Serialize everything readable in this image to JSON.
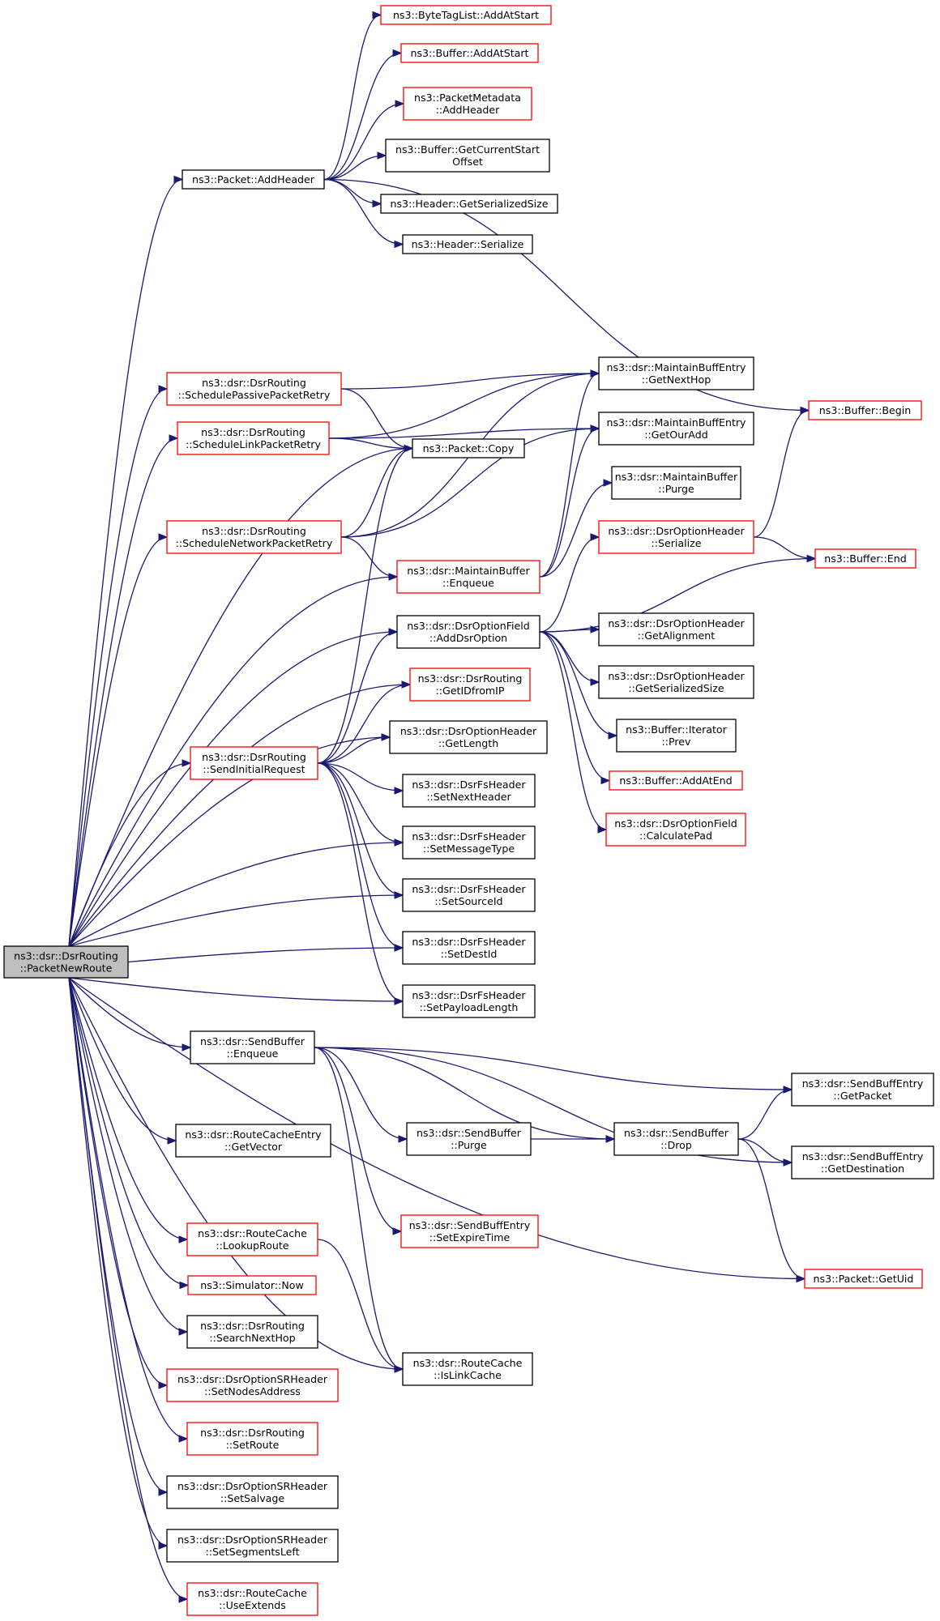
{
  "colors": {
    "edge": "#191970",
    "box_border_black": "#000000",
    "box_border_red": "#ff0000",
    "box_fill": "#ffffff",
    "root_fill": "#bfbfbf"
  },
  "nodes": [
    {
      "id": "root",
      "lines": [
        "ns3::dsr::DsrRouting",
        "::PacketNewRoute"
      ],
      "style": "root"
    },
    {
      "id": "packet_addheader",
      "lines": [
        "ns3::Packet::AddHeader"
      ],
      "style": "black"
    },
    {
      "id": "bytetag_addatstart",
      "lines": [
        "ns3::ByteTagList::AddAtStart"
      ],
      "style": "red"
    },
    {
      "id": "buffer_addatstart",
      "lines": [
        "ns3::Buffer::AddAtStart"
      ],
      "style": "red"
    },
    {
      "id": "packetmeta_addheader",
      "lines": [
        "ns3::PacketMetadata",
        "::AddHeader"
      ],
      "style": "red"
    },
    {
      "id": "buffer_getcurrentstart",
      "lines": [
        "ns3::Buffer::GetCurrentStart",
        "Offset"
      ],
      "style": "black"
    },
    {
      "id": "header_getserializedsize",
      "lines": [
        "ns3::Header::GetSerializedSize"
      ],
      "style": "black"
    },
    {
      "id": "header_serialize",
      "lines": [
        "ns3::Header::Serialize"
      ],
      "style": "black"
    },
    {
      "id": "schedule_passive",
      "lines": [
        "ns3::dsr::DsrRouting",
        "::SchedulePassivePacketRetry"
      ],
      "style": "red"
    },
    {
      "id": "schedule_link",
      "lines": [
        "ns3::dsr::DsrRouting",
        "::ScheduleLinkPacketRetry"
      ],
      "style": "red"
    },
    {
      "id": "schedule_network",
      "lines": [
        "ns3::dsr::DsrRouting",
        "::ScheduleNetworkPacketRetry"
      ],
      "style": "red"
    },
    {
      "id": "packet_copy",
      "lines": [
        "ns3::Packet::Copy"
      ],
      "style": "black"
    },
    {
      "id": "mbe_getnexthop",
      "lines": [
        "ns3::dsr::MaintainBuffEntry",
        "::GetNextHop"
      ],
      "style": "black"
    },
    {
      "id": "mbe_getouradd",
      "lines": [
        "ns3::dsr::MaintainBuffEntry",
        "::GetOurAdd"
      ],
      "style": "black"
    },
    {
      "id": "mb_purge",
      "lines": [
        "ns3::dsr::MaintainBuffer",
        "::Purge"
      ],
      "style": "black"
    },
    {
      "id": "mb_enqueue",
      "lines": [
        "ns3::dsr::MaintainBuffer",
        "::Enqueue"
      ],
      "style": "red"
    },
    {
      "id": "buffer_begin",
      "lines": [
        "ns3::Buffer::Begin"
      ],
      "style": "red"
    },
    {
      "id": "doh_serialize",
      "lines": [
        "ns3::dsr::DsrOptionHeader",
        "::Serialize"
      ],
      "style": "red"
    },
    {
      "id": "buffer_end",
      "lines": [
        "ns3::Buffer::End"
      ],
      "style": "red"
    },
    {
      "id": "dof_adddsroption",
      "lines": [
        "ns3::dsr::DsrOptionField",
        "::AddDsrOption"
      ],
      "style": "black"
    },
    {
      "id": "doh_getalignment",
      "lines": [
        "ns3::dsr::DsrOptionHeader",
        "::GetAlignment"
      ],
      "style": "black"
    },
    {
      "id": "doh_getserializedsize",
      "lines": [
        "ns3::dsr::DsrOptionHeader",
        "::GetSerializedSize"
      ],
      "style": "black"
    },
    {
      "id": "bufiter_prev",
      "lines": [
        "ns3::Buffer::Iterator",
        "::Prev"
      ],
      "style": "black"
    },
    {
      "id": "buffer_addatend",
      "lines": [
        "ns3::Buffer::AddAtEnd"
      ],
      "style": "red"
    },
    {
      "id": "dof_calculatepad",
      "lines": [
        "ns3::dsr::DsrOptionField",
        "::CalculatePad"
      ],
      "style": "red"
    },
    {
      "id": "dsr_getidfromip",
      "lines": [
        "ns3::dsr::DsrRouting",
        "::GetIDfromIP"
      ],
      "style": "red"
    },
    {
      "id": "doh_getlength",
      "lines": [
        "ns3::dsr::DsrOptionHeader",
        "::GetLength"
      ],
      "style": "black"
    },
    {
      "id": "send_initial",
      "lines": [
        "ns3::dsr::DsrRouting",
        "::SendInitialRequest"
      ],
      "style": "red"
    },
    {
      "id": "fs_setnextheader",
      "lines": [
        "ns3::dsr::DsrFsHeader",
        "::SetNextHeader"
      ],
      "style": "black"
    },
    {
      "id": "fs_setmessagetype",
      "lines": [
        "ns3::dsr::DsrFsHeader",
        "::SetMessageType"
      ],
      "style": "black"
    },
    {
      "id": "fs_setsourceid",
      "lines": [
        "ns3::dsr::DsrFsHeader",
        "::SetSourceId"
      ],
      "style": "black"
    },
    {
      "id": "fs_setdestid",
      "lines": [
        "ns3::dsr::DsrFsHeader",
        "::SetDestId"
      ],
      "style": "black"
    },
    {
      "id": "fs_setpayloadlength",
      "lines": [
        "ns3::dsr::DsrFsHeader",
        "::SetPayloadLength"
      ],
      "style": "black"
    },
    {
      "id": "sb_enqueue",
      "lines": [
        "ns3::dsr::SendBuffer",
        "::Enqueue"
      ],
      "style": "black"
    },
    {
      "id": "rce_getvector",
      "lines": [
        "ns3::dsr::RouteCacheEntry",
        "::GetVector"
      ],
      "style": "black"
    },
    {
      "id": "sb_purge",
      "lines": [
        "ns3::dsr::SendBuffer",
        "::Purge"
      ],
      "style": "black"
    },
    {
      "id": "sb_drop",
      "lines": [
        "ns3::dsr::SendBuffer",
        "::Drop"
      ],
      "style": "black"
    },
    {
      "id": "sbe_getpacket",
      "lines": [
        "ns3::dsr::SendBuffEntry",
        "::GetPacket"
      ],
      "style": "black"
    },
    {
      "id": "sbe_getdestination",
      "lines": [
        "ns3::dsr::SendBuffEntry",
        "::GetDestination"
      ],
      "style": "black"
    },
    {
      "id": "sbe_setexpiretime",
      "lines": [
        "ns3::dsr::SendBuffEntry",
        "::SetExpireTime"
      ],
      "style": "red"
    },
    {
      "id": "rc_lookuproute",
      "lines": [
        "ns3::dsr::RouteCache",
        "::LookupRoute"
      ],
      "style": "red"
    },
    {
      "id": "packet_getuid",
      "lines": [
        "ns3::Packet::GetUid"
      ],
      "style": "red"
    },
    {
      "id": "sim_now",
      "lines": [
        "ns3::Simulator::Now"
      ],
      "style": "red"
    },
    {
      "id": "dsr_searchnexthop",
      "lines": [
        "ns3::dsr::DsrRouting",
        "::SearchNextHop"
      ],
      "style": "black"
    },
    {
      "id": "rc_islinkcache",
      "lines": [
        "ns3::dsr::RouteCache",
        "::IsLinkCache"
      ],
      "style": "black"
    },
    {
      "id": "dosr_setnodesaddress",
      "lines": [
        "ns3::dsr::DsrOptionSRHeader",
        "::SetNodesAddress"
      ],
      "style": "red"
    },
    {
      "id": "dsr_setroute",
      "lines": [
        "ns3::dsr::DsrRouting",
        "::SetRoute"
      ],
      "style": "red"
    },
    {
      "id": "dosr_setsalvage",
      "lines": [
        "ns3::dsr::DsrOptionSRHeader",
        "::SetSalvage"
      ],
      "style": "black"
    },
    {
      "id": "dosr_setsegmentsleft",
      "lines": [
        "ns3::dsr::DsrOptionSRHeader",
        "::SetSegmentsLeft"
      ],
      "style": "black"
    },
    {
      "id": "rc_useextends",
      "lines": [
        "ns3::dsr::RouteCache",
        "::UseExtends"
      ],
      "style": "red"
    }
  ],
  "edges": [
    [
      "root",
      "packet_addheader"
    ],
    [
      "root",
      "schedule_passive"
    ],
    [
      "root",
      "schedule_link"
    ],
    [
      "root",
      "schedule_network"
    ],
    [
      "root",
      "packet_copy"
    ],
    [
      "root",
      "mb_enqueue"
    ],
    [
      "root",
      "dof_adddsroption"
    ],
    [
      "root",
      "dsr_getidfromip"
    ],
    [
      "root",
      "doh_getlength"
    ],
    [
      "root",
      "send_initial"
    ],
    [
      "root",
      "fs_setmessagetype"
    ],
    [
      "root",
      "fs_setsourceid"
    ],
    [
      "root",
      "fs_setdestid"
    ],
    [
      "root",
      "fs_setpayloadlength"
    ],
    [
      "root",
      "sb_enqueue"
    ],
    [
      "root",
      "rce_getvector"
    ],
    [
      "root",
      "rc_lookuproute"
    ],
    [
      "root",
      "sim_now"
    ],
    [
      "root",
      "dsr_searchnexthop"
    ],
    [
      "root",
      "dosr_setnodesaddress"
    ],
    [
      "root",
      "dsr_setroute"
    ],
    [
      "root",
      "dosr_setsalvage"
    ],
    [
      "root",
      "dosr_setsegmentsleft"
    ],
    [
      "root",
      "rc_useextends"
    ],
    [
      "root",
      "packet_getuid"
    ],
    [
      "root",
      "rc_islinkcache"
    ],
    [
      "packet_addheader",
      "bytetag_addatstart"
    ],
    [
      "packet_addheader",
      "buffer_addatstart"
    ],
    [
      "packet_addheader",
      "packetmeta_addheader"
    ],
    [
      "packet_addheader",
      "buffer_getcurrentstart"
    ],
    [
      "packet_addheader",
      "header_getserializedsize"
    ],
    [
      "packet_addheader",
      "header_serialize"
    ],
    [
      "packet_addheader",
      "buffer_begin"
    ],
    [
      "schedule_passive",
      "mbe_getnexthop"
    ],
    [
      "schedule_passive",
      "packet_copy"
    ],
    [
      "schedule_link",
      "mbe_getnexthop"
    ],
    [
      "schedule_link",
      "mbe_getouradd"
    ],
    [
      "schedule_link",
      "packet_copy"
    ],
    [
      "schedule_network",
      "packet_copy"
    ],
    [
      "schedule_network",
      "mbe_getnexthop"
    ],
    [
      "schedule_network",
      "mbe_getouradd"
    ],
    [
      "schedule_network",
      "mb_enqueue"
    ],
    [
      "mb_enqueue",
      "mbe_getnexthop"
    ],
    [
      "mb_enqueue",
      "mbe_getouradd"
    ],
    [
      "mb_enqueue",
      "mb_purge"
    ],
    [
      "doh_serialize",
      "buffer_begin"
    ],
    [
      "doh_serialize",
      "buffer_end"
    ],
    [
      "dof_adddsroption",
      "doh_serialize"
    ],
    [
      "dof_adddsroption",
      "buffer_end"
    ],
    [
      "dof_adddsroption",
      "doh_getalignment"
    ],
    [
      "dof_adddsroption",
      "doh_getserializedsize"
    ],
    [
      "dof_adddsroption",
      "bufiter_prev"
    ],
    [
      "dof_adddsroption",
      "buffer_addatend"
    ],
    [
      "dof_adddsroption",
      "dof_calculatepad"
    ],
    [
      "send_initial",
      "packet_copy"
    ],
    [
      "send_initial",
      "dof_adddsroption"
    ],
    [
      "send_initial",
      "dsr_getidfromip"
    ],
    [
      "send_initial",
      "doh_getlength"
    ],
    [
      "send_initial",
      "fs_setnextheader"
    ],
    [
      "send_initial",
      "fs_setmessagetype"
    ],
    [
      "send_initial",
      "fs_setsourceid"
    ],
    [
      "send_initial",
      "fs_setdestid"
    ],
    [
      "send_initial",
      "fs_setpayloadlength"
    ],
    [
      "sb_enqueue",
      "sbe_getpacket"
    ],
    [
      "sb_enqueue",
      "sb_purge"
    ],
    [
      "sb_enqueue",
      "sb_drop"
    ],
    [
      "sb_enqueue",
      "sbe_getdestination"
    ],
    [
      "sb_enqueue",
      "sbe_setexpiretime"
    ],
    [
      "sb_enqueue",
      "rc_islinkcache"
    ],
    [
      "sb_purge",
      "sb_drop"
    ],
    [
      "sb_drop",
      "sbe_getpacket"
    ],
    [
      "sb_drop",
      "sbe_getdestination"
    ],
    [
      "sb_drop",
      "packet_getuid"
    ],
    [
      "rc_lookuproute",
      "rc_islinkcache"
    ]
  ]
}
